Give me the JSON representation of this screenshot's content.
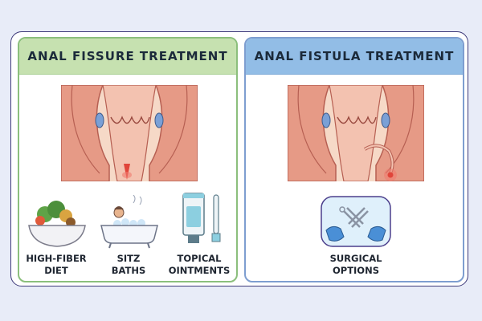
{
  "panels": {
    "fissure": {
      "title": "ANAL FISSURE TREATMENT",
      "items": [
        {
          "label": "HIGH-FIBER\nDIET",
          "icon": "vegetable-bowl-icon"
        },
        {
          "label": "SITZ\nBATHS",
          "icon": "bathtub-icon"
        },
        {
          "label": "TOPICAL\nOINTMENTS",
          "icon": "ointment-tube-icon"
        }
      ]
    },
    "fistula": {
      "title": "ANAL FISTULA TREATMENT",
      "items": [
        {
          "label": "SURGICAL\nOPTIONS",
          "icon": "surgical-instruments-icon"
        }
      ]
    }
  },
  "colors": {
    "fissure_header": "#c6e1b0",
    "fistula_header": "#92bde6",
    "tissue": "#f1b3a1",
    "lesion": "#e0453a"
  }
}
